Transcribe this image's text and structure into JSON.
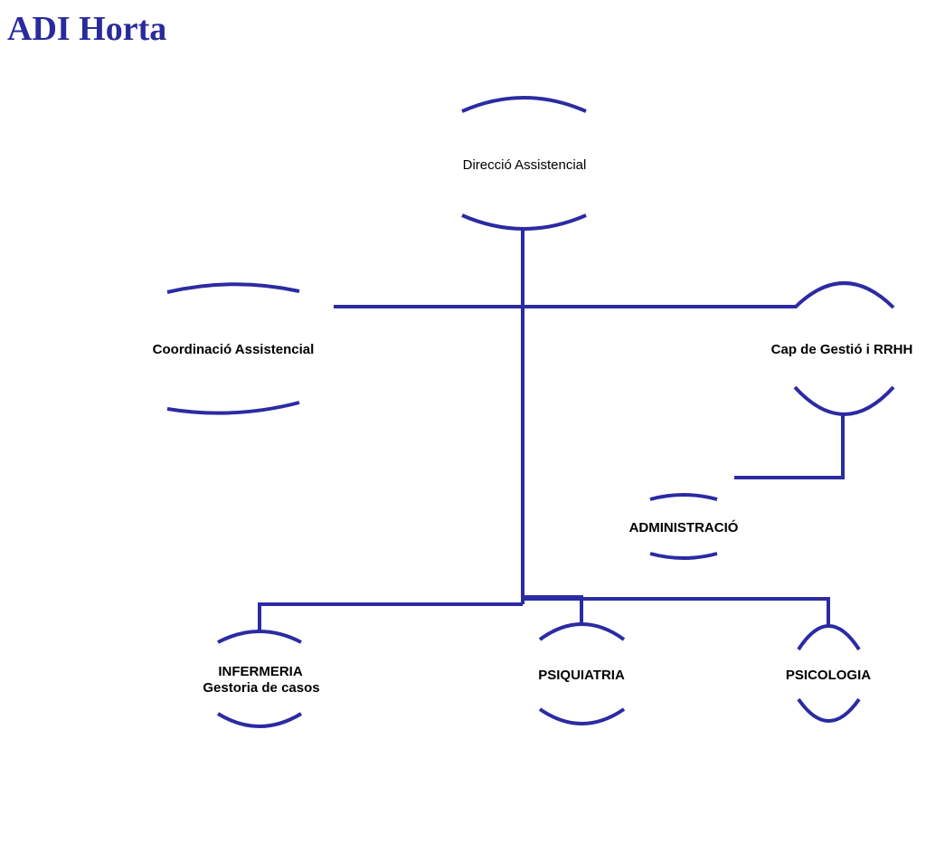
{
  "title": "ADI Horta",
  "nodes": {
    "direccio": "Direcció Assistencial",
    "coordinacio": "Coordinació  Assistencial",
    "cap_gestio": "Cap de Gestió i RRHH",
    "administracio": "ADMINISTRACIÓ",
    "infermeria": "INFERMERIA",
    "infermeria_sub": "Gestoria de casos",
    "psiquiatria": "PSIQUIATRIA",
    "psicologia": "PSICOLOGIA"
  },
  "colors": {
    "line": "#2b2ba3",
    "title": "#2a2a9c"
  }
}
